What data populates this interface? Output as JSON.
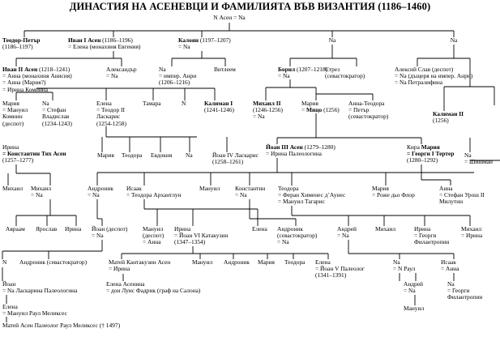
{
  "title": "ДИНАСТИЯ НА АСЕНЕВЦИ И ФАМИЛИЯТА ВЪВ ВИЗАНТИЯ (1186–1460)",
  "nodes": [
    {
      "id": "root",
      "lines": [
        "N Асен = Na"
      ]
    },
    {
      "id": "teodor_petar",
      "lines": [
        {
          "t": "Теодор-Петър",
          "b": true
        },
        "(1186–1197)"
      ]
    },
    {
      "id": "ivan_asen1",
      "lines": [
        [
          {
            "t": "Иван I Асен",
            "b": true
          },
          " (1186–1196)"
        ],
        "= Елена (монахиня Евгения)"
      ]
    },
    {
      "id": "kaloyan",
      "lines": [
        [
          {
            "t": "Калоян",
            "b": true
          },
          " (1197–1207)"
        ],
        "= Na"
      ]
    },
    {
      "id": "na_top",
      "lines": [
        "Na"
      ]
    },
    {
      "id": "na_top2",
      "lines": [
        "Na"
      ]
    },
    {
      "id": "ivan_asen2",
      "lines": [
        [
          {
            "t": "Иван II Асен",
            "b": true
          },
          " (1218–1241)"
        ],
        "= Анна (монахиня Анисия)",
        "= Анна (Мария?)",
        "= Ирина Комнина"
      ]
    },
    {
      "id": "aleksandar",
      "lines": [
        "Александър",
        "= Na"
      ]
    },
    {
      "id": "na_kal1",
      "lines": [
        "Na",
        "= импер. Анри",
        "(1206–1216)"
      ]
    },
    {
      "id": "vitleem",
      "lines": [
        "Витлеем"
      ]
    },
    {
      "id": "boril",
      "lines": [
        [
          {
            "t": "Борил",
            "b": true
          },
          " (1207–1218)"
        ],
        "= Na"
      ]
    },
    {
      "id": "strez",
      "lines": [
        "Стрез",
        "(севастократор)"
      ]
    },
    {
      "id": "aleksiy_slav",
      "lines": [
        "Алексий Слав (деспот)",
        "= Na (дъщеря на импер. Анри)",
        "= Na Петралифина"
      ]
    },
    {
      "id": "mariya1",
      "lines": [
        "Мария",
        "= Мануил",
        "Комнин",
        "(деспот)"
      ]
    },
    {
      "id": "na_stefan",
      "lines": [
        "Na",
        "= Стефан",
        "Владислав",
        "(1234-1243)"
      ]
    },
    {
      "id": "elena1",
      "lines": [
        "Елена",
        "= Теодор II",
        "Ласкарис",
        "(1254-1258)"
      ]
    },
    {
      "id": "tamara",
      "lines": [
        "Тамара"
      ]
    },
    {
      "id": "n_mid",
      "lines": [
        "N"
      ]
    },
    {
      "id": "kaliman1",
      "lines": [
        {
          "t": "Калиман I",
          "b": true
        },
        "(1241-1246)"
      ]
    },
    {
      "id": "mihail2",
      "lines": [
        {
          "t": "Михаил II",
          "b": true
        },
        "(1246-1256)",
        "= Na"
      ]
    },
    {
      "id": "mariya_mico",
      "lines": [
        "Мария",
        [
          {
            "t": "= ",
            "b": false
          },
          {
            "t": "Мицо",
            "b": true
          },
          " (1256)"
        ]
      ]
    },
    {
      "id": "anna_teodora",
      "lines": [
        "Анна-Теодора",
        "= Петър",
        "(севастократор)"
      ]
    },
    {
      "id": "kaliman2",
      "lines": [
        {
          "t": "Калиман II",
          "b": true
        },
        "(1256)"
      ]
    },
    {
      "id": "irina1",
      "lines": [
        "Ирина",
        {
          "t": "= Константин Тих Асен",
          "b": true
        },
        "(1257–1277)"
      ]
    },
    {
      "id": "mariya2",
      "lines": [
        "Мария"
      ]
    },
    {
      "id": "teodora2",
      "lines": [
        "Теодора"
      ]
    },
    {
      "id": "evdokiya",
      "lines": [
        "Евдокия"
      ]
    },
    {
      "id": "na_mid3",
      "lines": [
        "Na"
      ]
    },
    {
      "id": "yoan4",
      "lines": [
        "Йоан IV Ласкарис",
        "(1258–1261)"
      ]
    },
    {
      "id": "yoan3",
      "lines": [
        [
          {
            "t": "Йоан III Асен",
            "b": true
          },
          " (1279–1280)"
        ],
        "= Ирина Палеологина"
      ]
    },
    {
      "id": "kira_mariya",
      "lines": [
        [
          "Кира ",
          {
            "t": "Мария",
            "b": true
          }
        ],
        {
          "t": "= Георги I Тертер",
          "b": true
        },
        "(1280–1292)"
      ]
    },
    {
      "id": "na_shishman",
      "lines": [
        "Na",
        "= Шишман"
      ]
    },
    {
      "id": "mihail_l",
      "lines": [
        "Михаил"
      ]
    },
    {
      "id": "mihail_n",
      "lines": [
        "Михаил",
        "= Na"
      ]
    },
    {
      "id": "andronik1",
      "lines": [
        "Андроник",
        "= Na"
      ]
    },
    {
      "id": "isaak1",
      "lines": [
        "Исаак",
        "= Теодора Архантлун"
      ]
    },
    {
      "id": "manuil1",
      "lines": [
        "Мануил"
      ]
    },
    {
      "id": "konstantin",
      "lines": [
        "Константин",
        "= Na"
      ]
    },
    {
      "id": "teodora3",
      "lines": [
        "Теодора",
        "= Феран Хименес д’Аунес",
        "= Мануил Тагарис"
      ]
    },
    {
      "id": "mariya3",
      "lines": [
        "Мария",
        "= Роже дьо Флор"
      ]
    },
    {
      "id": "anna1",
      "lines": [
        "Анна",
        "= Стефан Урош II",
        "Милутин"
      ]
    },
    {
      "id": "avraam",
      "lines": [
        "Авраам"
      ]
    },
    {
      "id": "yaroslav",
      "lines": [
        "Ярослав"
      ]
    },
    {
      "id": "irina_s",
      "lines": [
        "Ирина"
      ]
    },
    {
      "id": "yoan_despot",
      "lines": [
        "Йоан (деспот)",
        "= Na"
      ]
    },
    {
      "id": "manuil_despot",
      "lines": [
        "Мануил",
        "(деспот)",
        "= Анна"
      ]
    },
    {
      "id": "irina_kant",
      "lines": [
        "Ирина",
        "= Йоан VI Катакузин",
        "(1347–1354)"
      ]
    },
    {
      "id": "elena2",
      "lines": [
        "Елена"
      ]
    },
    {
      "id": "andronik_sev1",
      "lines": [
        "Андроник",
        "(севастократор)",
        "= Na"
      ]
    },
    {
      "id": "andrey1",
      "lines": [
        "Андрей",
        "= Na"
      ]
    },
    {
      "id": "mihail3",
      "lines": [
        "Михаил"
      ]
    },
    {
      "id": "irina3",
      "lines": [
        "Ирина",
        "= Георги",
        "Филантропин"
      ]
    },
    {
      "id": "mihail4",
      "lines": [
        "Михаил",
        "= Ирина"
      ]
    },
    {
      "id": "n_left",
      "lines": [
        "N"
      ]
    },
    {
      "id": "andronik_sev2",
      "lines": [
        "Андроник (севастократор)"
      ]
    },
    {
      "id": "matey",
      "lines": [
        "Матей Кантакузин Асен",
        "= Ирина"
      ]
    },
    {
      "id": "manuil2",
      "lines": [
        "Мануил"
      ]
    },
    {
      "id": "andronik2",
      "lines": [
        "Андроник"
      ]
    },
    {
      "id": "mariya4",
      "lines": [
        "Мария"
      ]
    },
    {
      "id": "teodora4",
      "lines": [
        "Теодора"
      ]
    },
    {
      "id": "elena3",
      "lines": [
        "Елена",
        "= Йоан V Палеолог",
        "(1341–1391)"
      ]
    },
    {
      "id": "na_raul",
      "lines": [
        "Na",
        "= N Раул"
      ]
    },
    {
      "id": "isaak2",
      "lines": [
        "Исаак",
        "= Анна"
      ]
    },
    {
      "id": "yoan_l",
      "lines": [
        "Йоан",
        "= Na Ласкарина Палеологина"
      ]
    },
    {
      "id": "elena_asenina",
      "lines": [
        "Елена Асенина",
        "= дон Луис Фадрик (граф на Салона)"
      ]
    },
    {
      "id": "andrey2",
      "lines": [
        "Андрей",
        "= Na"
      ]
    },
    {
      "id": "na_georgi",
      "lines": [
        "Na",
        "= Георги",
        "Филантропин"
      ]
    },
    {
      "id": "elena4",
      "lines": [
        "Елена",
        "= Мануил Раул Меликсес"
      ]
    },
    {
      "id": "manuil3",
      "lines": [
        "Мануил"
      ]
    },
    {
      "id": "matey2",
      "lines": [
        "Матей Асен Палеолог Раул Меликсес († 1497)"
      ]
    }
  ]
}
